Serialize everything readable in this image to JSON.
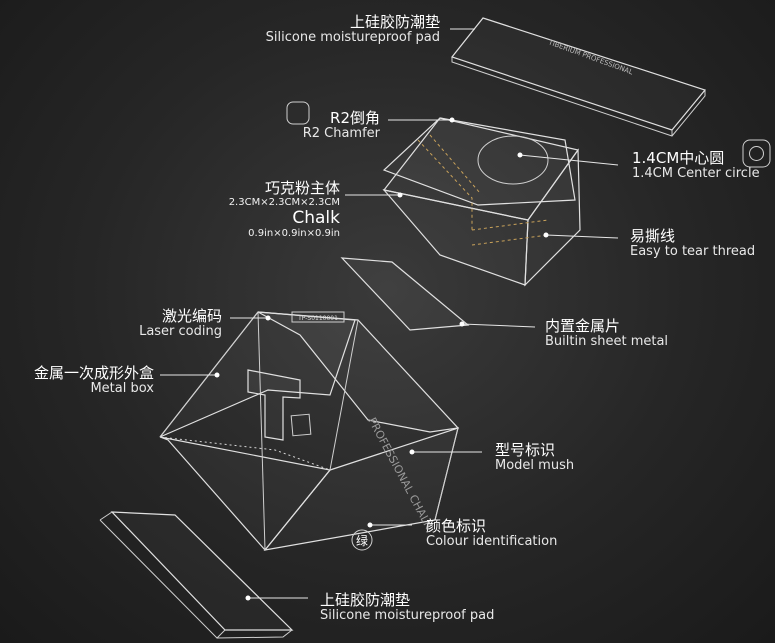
{
  "labels": {
    "top_pad_cn": "上硅胶防潮垫",
    "top_pad_en": "Silicone moistureproof pad",
    "chamfer_cn": "R2倒角",
    "chamfer_en": "R2 Chamfer",
    "center_cn": "1.4CM中心圆",
    "center_en": "1.4CM Center circle",
    "chalk_cn": "巧克粉主体",
    "chalk_dim_cm": "2.3CM×2.3CM×2.3CM",
    "chalk_en": "Chalk",
    "chalk_dim_in": "0.9in×0.9in×0.9in",
    "tear_cn": "易撕线",
    "tear_en": "Easy to tear thread",
    "sheet_cn": "内置金属片",
    "sheet_en": "Builtin sheet metal",
    "laser_cn": "激光编码",
    "laser_en": "Laser coding",
    "box_cn": "金属一次成形外盒",
    "box_en": "Metal box",
    "model_cn": "型号标识",
    "model_en": "Model mush",
    "colour_cn": "颜色标识",
    "colour_en": "Colour identification",
    "bottom_pad_cn": "上硅胶防潮垫",
    "bottom_pad_en": "Silicone moistureproof pad"
  },
  "product": {
    "laser_code": "TP-S0110001",
    "color_mark": "绿",
    "pad_print": "TIBERIUM PROFESSIONAL",
    "box_print": "PROFESSIONAL CHALK"
  },
  "colors": {
    "background": "#262626",
    "line": "#e6e6e6",
    "tear_line": "#c9a25a"
  }
}
